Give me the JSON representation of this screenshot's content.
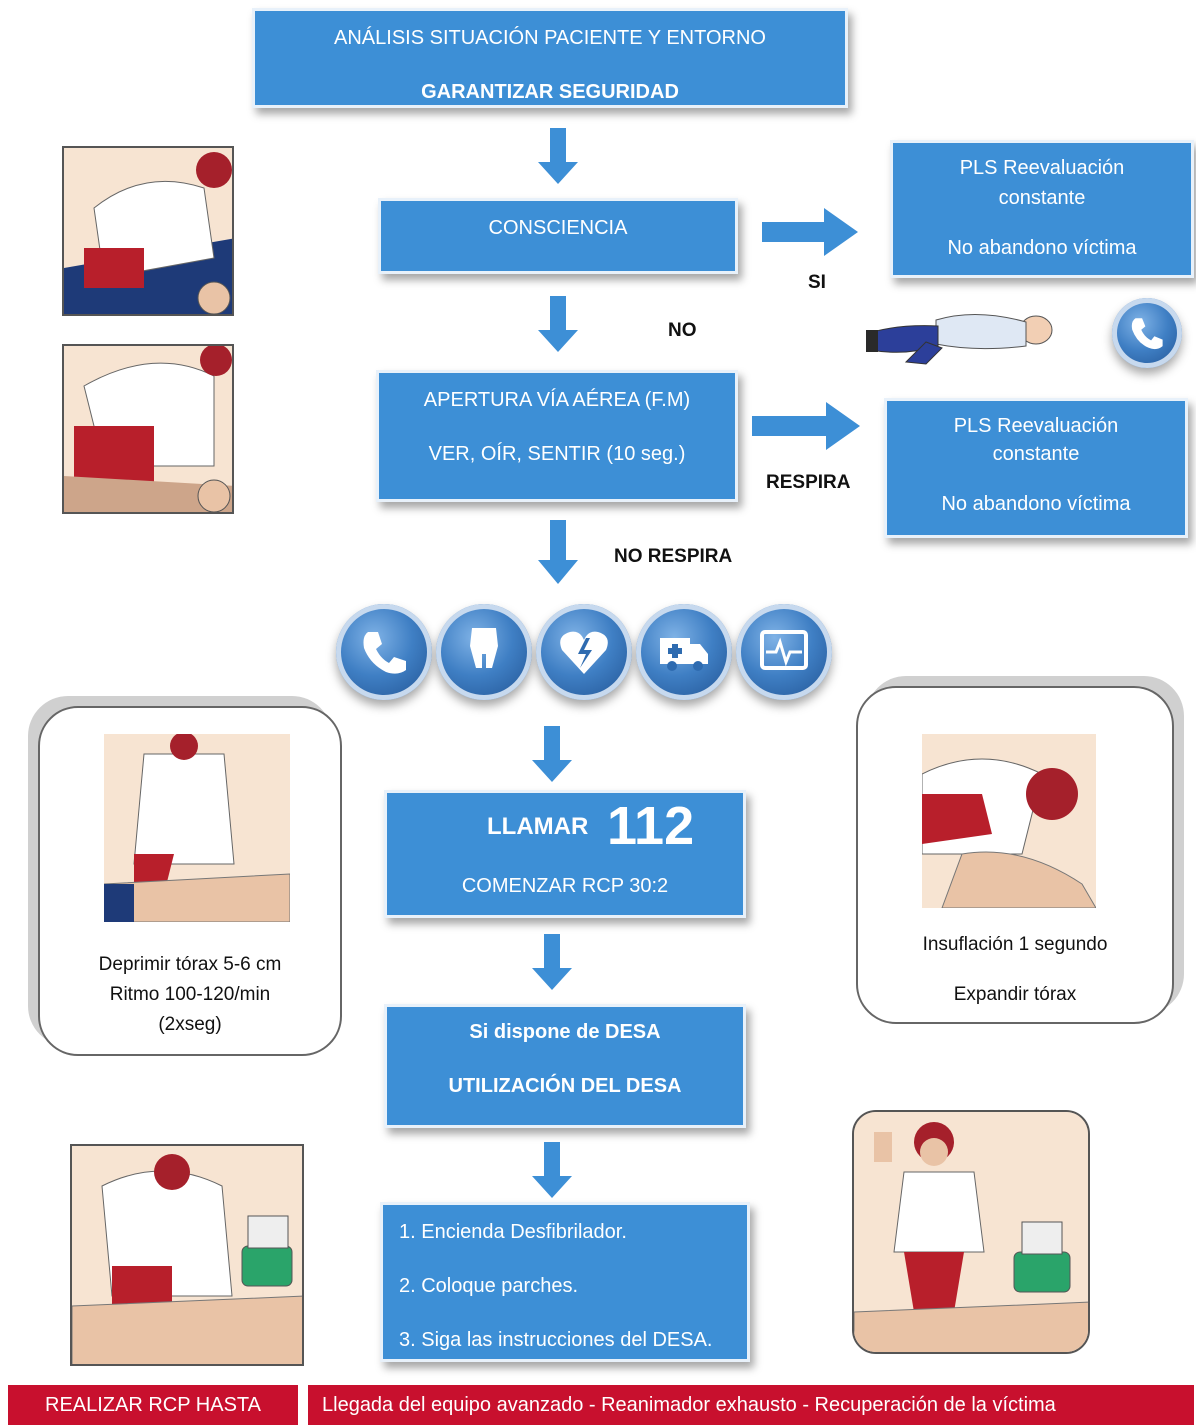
{
  "top_box": {
    "line1": "ANÁLISIS SITUACIÓN PACIENTE Y ENTORNO",
    "line2": "GARANTIZAR SEGURIDAD"
  },
  "consciencia_box": {
    "label": "CONSCIENCIA"
  },
  "pls_box_1": {
    "line1": "PLS Reevaluación",
    "line2": "constante",
    "line3": "No abandono víctima"
  },
  "pls_box_2": {
    "line1": "PLS Reevaluación",
    "line2": "constante",
    "line3": "No abandono víctima"
  },
  "apertura_box": {
    "line1": "APERTURA VÍA AÉREA (F.M)",
    "line2": "VER, OÍR, SENTIR (10 seg.)"
  },
  "labels": {
    "si": "SI",
    "no": "NO",
    "respira": "RESPIRA",
    "no_respira": "NO RESPIRA"
  },
  "llamar_box": {
    "prefix": "LLAMAR",
    "number": "112",
    "line2": "COMENZAR RCP 30:2"
  },
  "desa_box": {
    "line1": "Si dispone de DESA",
    "line2": "UTILIZACIÓN  DEL DESA"
  },
  "steps_box": {
    "step1": "1.  Encienda Desfibrilador.",
    "step2": "2. Coloque parches.",
    "step3": "3. Siga las instrucciones del DESA."
  },
  "compression_card": {
    "line1": "Deprimir tórax 5-6 cm",
    "line2": "Ritmo 100-120/min",
    "line3": "(2xseg)"
  },
  "ventilation_card": {
    "line1": "Insuflación 1 segundo",
    "line2": "Expandir tórax"
  },
  "icons": [
    "phone-icon",
    "hands-icon",
    "heart-bolt-icon",
    "ambulance-icon",
    "monitor-icon"
  ],
  "footer": {
    "left": "REALIZAR RCP HASTA",
    "right": "Llegada del equipo avanzado - Reanimador exhausto - Recuperación de la víctima"
  },
  "colors": {
    "box_blue": "#3d8fd6",
    "footer_red": "#c8102e"
  }
}
